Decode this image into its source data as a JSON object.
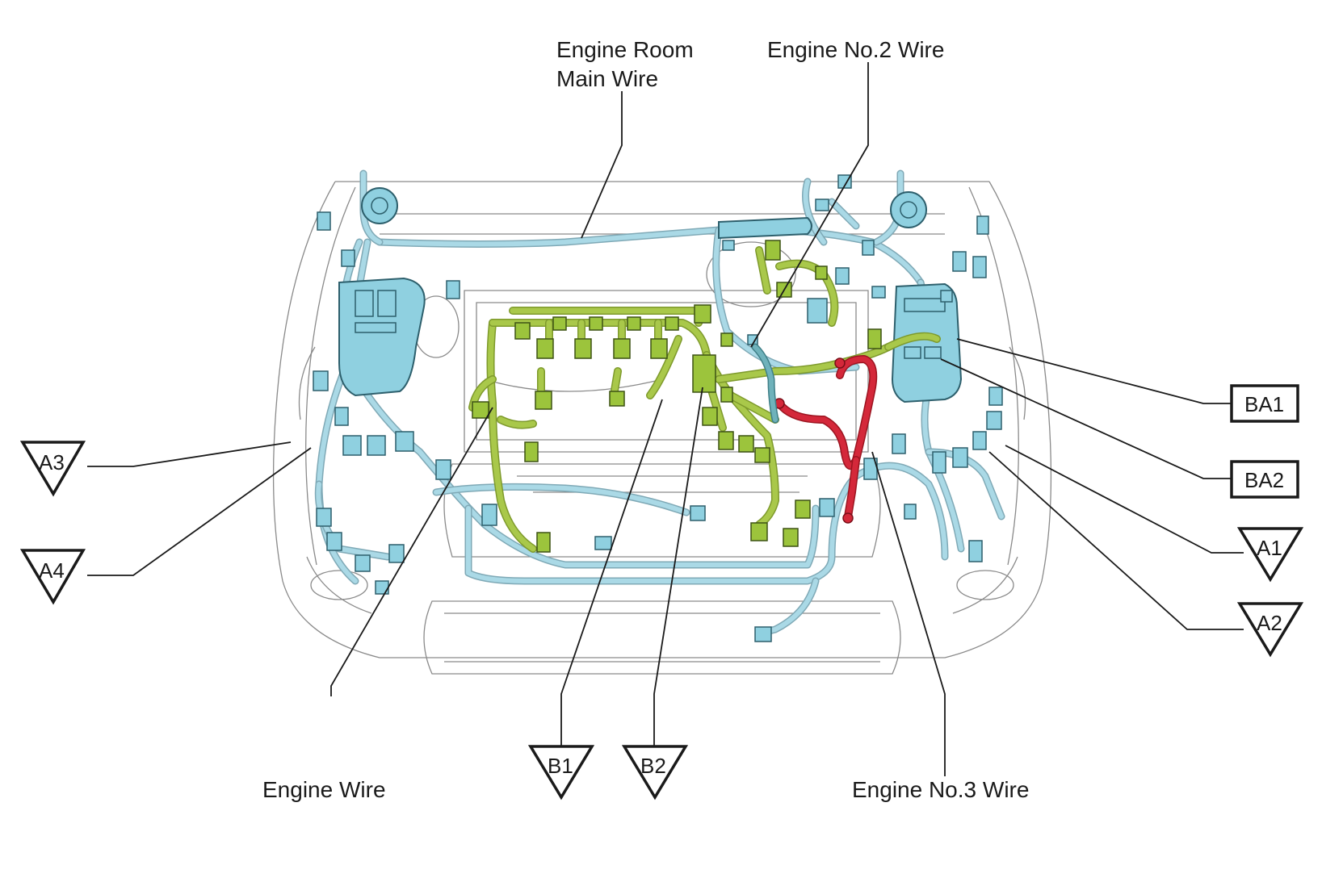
{
  "wire_labels": {
    "engine_room_main_wire_line1": "Engine Room",
    "engine_room_main_wire_line2": "Main Wire",
    "engine_no2_wire": "Engine No.2 Wire",
    "engine_wire": "Engine Wire",
    "engine_no3_wire": "Engine No.3 Wire"
  },
  "connector_tags": {
    "a1": "A1",
    "a2": "A2",
    "a3": "A3",
    "a4": "A4",
    "b1": "B1",
    "b2": "B2",
    "ba1": "BA1",
    "ba2": "BA2"
  },
  "colors": {
    "engine_room_main_wire": "#8fd0e0",
    "engine_wire": "#9cc43c",
    "engine_no3_wire": "#d4283a",
    "engine_no2_wire": "#7fa9b6"
  }
}
